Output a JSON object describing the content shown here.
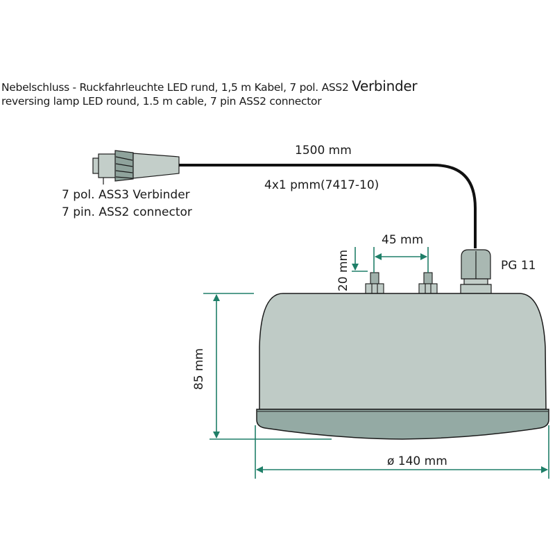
{
  "title_de_main": "Nebelschluss - Ruckfahrleuchte LED rund, 1,5 m Kabel, 7 pol. ASS2",
  "title_de_tail": "Verbinder",
  "title_en": "reversing lamp LED round, 1.5 m cable,  7 pin ASS2 connector",
  "connector_label_de": "7 pol. ASS3 Verbinder",
  "connector_label_en": "7 pin. ASS2 connector",
  "cable_length": "1500 mm",
  "cable_spec": "4x1 pmm(7417-10)",
  "stud_spacing": "45 mm",
  "stud_height": "20 mm",
  "gland_label": "PG 11",
  "height_dim": "85 mm",
  "diameter_dim": "ø 140 mm",
  "colors": {
    "dimension": "#1f7f68",
    "body": "#bfcbc6",
    "lens": "#94aaa4",
    "outline": "#1a1a1a"
  }
}
